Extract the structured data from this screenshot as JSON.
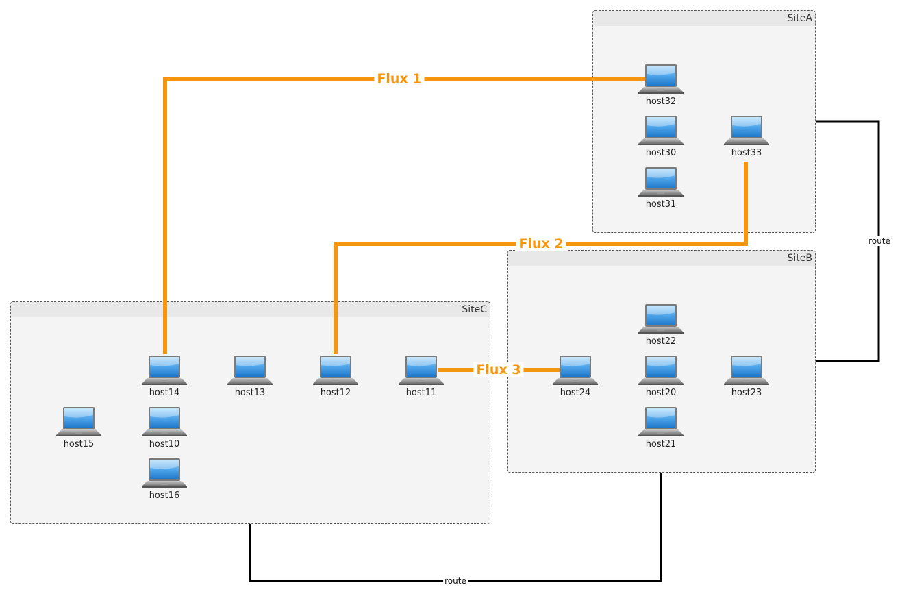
{
  "sites": [
    {
      "id": "siteA",
      "title": "SiteA"
    },
    {
      "id": "siteB",
      "title": "SiteB"
    },
    {
      "id": "siteC",
      "title": "SiteC"
    }
  ],
  "hosts": {
    "host30": "host30",
    "host31": "host31",
    "host32": "host32",
    "host33": "host33",
    "host20": "host20",
    "host21": "host21",
    "host22": "host22",
    "host23": "host23",
    "host24": "host24",
    "host10": "host10",
    "host11": "host11",
    "host12": "host12",
    "host13": "host13",
    "host14": "host14",
    "host15": "host15",
    "host16": "host16"
  },
  "flows": [
    {
      "label": "Flux 1",
      "from": "host14",
      "to": "host32"
    },
    {
      "label": "Flux 2",
      "from": "host12",
      "to": "host33"
    },
    {
      "label": "Flux 3",
      "from": "host11",
      "to": "host24"
    }
  ],
  "routes": [
    {
      "label": "route",
      "from": "SiteA",
      "to": "SiteB"
    },
    {
      "label": "route",
      "from": "SiteC",
      "to": "SiteB"
    }
  ],
  "colors": {
    "flow": "#f7960e",
    "route": "#000000",
    "site_bg": "#f4f4f4"
  }
}
